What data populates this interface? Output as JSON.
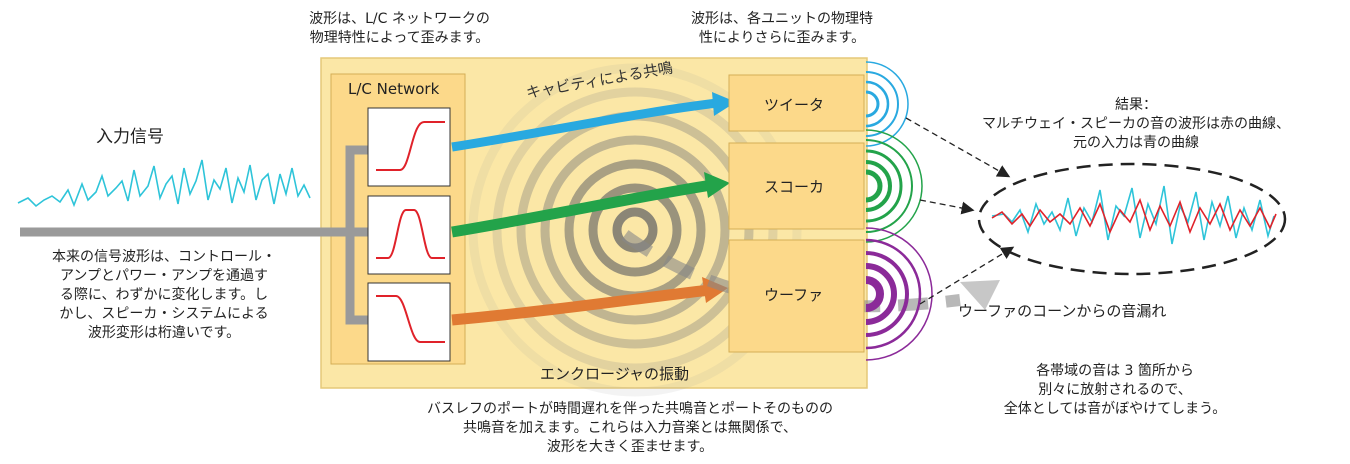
{
  "top_left_note": [
    "波形は、L/C ネットワークの",
    "物理特性によって歪みます。"
  ],
  "top_right_note": [
    "波形は、各ユニットの物理特",
    "性によりさらに歪みます。"
  ],
  "input_label": "入力信号",
  "network_label": "L/C Network",
  "cavity_label": "キャビティによる共鳴",
  "units": {
    "tweeter": "ツイータ",
    "squawker": "スコーカ",
    "woofer": "ウーファ"
  },
  "left_note": [
    "本来の信号波形は、コントロール・",
    "アンプとパワー・アンプを通過す",
    "る際に、わずかに変化します。し",
    "かし、スピーカ・システムによる",
    "波形変形は桁違いです。"
  ],
  "result_note": [
    "結果：",
    "マルチウェイ・スピーカの音の波形は赤の曲線、",
    "元の入力は青の曲線"
  ],
  "cone_leak_label": "ウーファのコーンからの音漏れ",
  "enclosure_label": "エンクロージャの振動",
  "bottom_note": [
    "バスレフのポートが時間遅れを伴った共鳴音とポートそのものの",
    "共鳴音を加えます。これらは入力音楽とは無関係で、",
    "波形を大きく歪ませます。"
  ],
  "right_bottom_note": [
    "各帯域の音は 3 箇所から",
    "別々に放射されるので、",
    "全体としては音がぼやけてしまう。"
  ],
  "colors": {
    "enclosure": "#fbe7a6",
    "unit_box": "#fcd98a",
    "tweeter": "#29a9e0",
    "squawker": "#23a34a",
    "woofer": "#e07a33",
    "signal": "#2ec4d9",
    "output": "#e0222a",
    "purple": "#8b2a99",
    "gray": "#9a9a9a"
  }
}
